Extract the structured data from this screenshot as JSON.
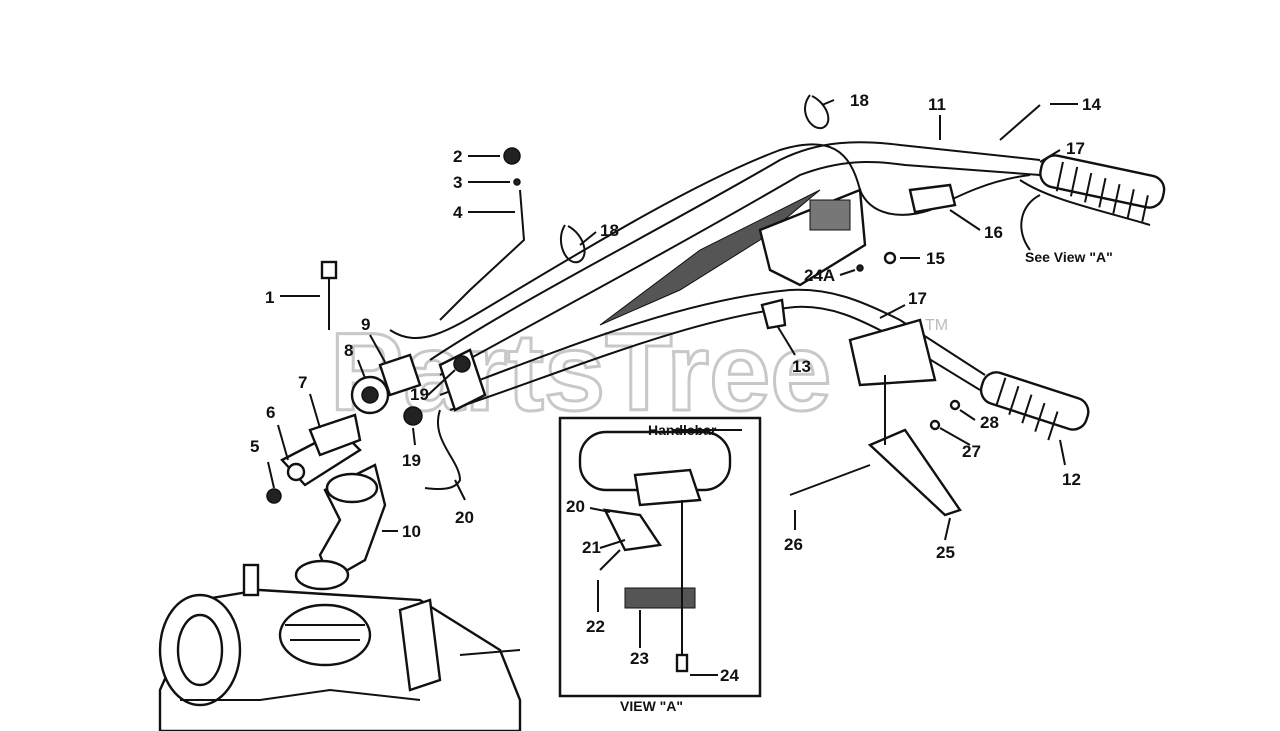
{
  "watermark": {
    "text": "PartsTree",
    "tm": "TM"
  },
  "view_a": {
    "title": "VIEW \"A\"",
    "handlebar_label": "Handlebar"
  },
  "see_view": "See View \"A\"",
  "callouts": [
    {
      "id": "c1",
      "text": "1"
    },
    {
      "id": "c2",
      "text": "2"
    },
    {
      "id": "c3",
      "text": "3"
    },
    {
      "id": "c4",
      "text": "4"
    },
    {
      "id": "c5",
      "text": "5"
    },
    {
      "id": "c6",
      "text": "6"
    },
    {
      "id": "c7",
      "text": "7"
    },
    {
      "id": "c8",
      "text": "8"
    },
    {
      "id": "c9",
      "text": "9"
    },
    {
      "id": "c10",
      "text": "10"
    },
    {
      "id": "c11",
      "text": "11"
    },
    {
      "id": "c12",
      "text": "12"
    },
    {
      "id": "c13",
      "text": "13"
    },
    {
      "id": "c14",
      "text": "14"
    },
    {
      "id": "c15",
      "text": "15"
    },
    {
      "id": "c16",
      "text": "16"
    },
    {
      "id": "c17a",
      "text": "17"
    },
    {
      "id": "c17b",
      "text": "17"
    },
    {
      "id": "c18a",
      "text": "18"
    },
    {
      "id": "c18b",
      "text": "18"
    },
    {
      "id": "c19a",
      "text": "19"
    },
    {
      "id": "c19b",
      "text": "19"
    },
    {
      "id": "c20a",
      "text": "20"
    },
    {
      "id": "c20b",
      "text": "20"
    },
    {
      "id": "c21",
      "text": "21"
    },
    {
      "id": "c22",
      "text": "22"
    },
    {
      "id": "c23",
      "text": "23"
    },
    {
      "id": "c24",
      "text": "24"
    },
    {
      "id": "c24a",
      "text": "24A"
    },
    {
      "id": "c25",
      "text": "25"
    },
    {
      "id": "c26",
      "text": "26"
    },
    {
      "id": "c27",
      "text": "27"
    },
    {
      "id": "c28",
      "text": "28"
    }
  ]
}
